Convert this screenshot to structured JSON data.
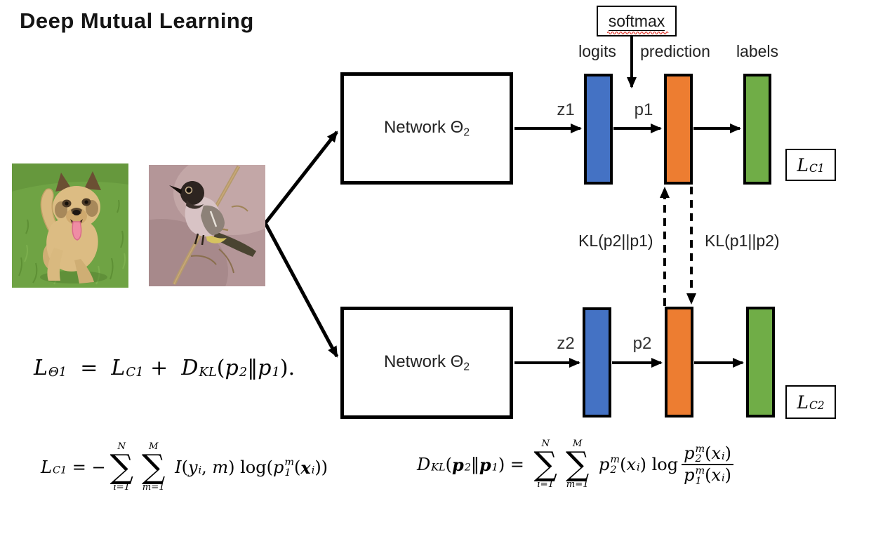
{
  "title": "Deep Mutual Learning",
  "softmax_label": "softmax",
  "column_labels": {
    "logits": "logits",
    "prediction": "prediction",
    "labels": "labels"
  },
  "networks": {
    "top": {
      "name": "Network Θ",
      "sub": "2"
    },
    "bottom": {
      "name": "Network Θ",
      "sub": "2"
    }
  },
  "signals": {
    "z1": "z1",
    "p1": "p1",
    "z2": "z2",
    "p2": "p2"
  },
  "kl_labels": {
    "left": "KL(p2||p1)",
    "right": "KL(p1||p2)"
  },
  "loss_boxes": {
    "top": {
      "base": "L",
      "sub": "C1"
    },
    "bottom": {
      "base": "L",
      "sub": "C2"
    }
  },
  "colors": {
    "logits_bar": "#4472c4",
    "prediction_bar": "#ed7d31",
    "labels_bar": "#70ad47",
    "outline": "#000000",
    "squiggle": "#e03c31"
  },
  "images": {
    "dog": "tan puppy running on grass",
    "bird": "bulbul bird perched on twig"
  },
  "formulas": {
    "main": {
      "tokens": [
        {
          "t": "ss",
          "b": {
            "t": "v",
            "v": "L"
          },
          "sub": "Θ1"
        },
        {
          "t": "r",
          "v": "  =  "
        },
        {
          "t": "ss",
          "b": {
            "t": "v",
            "v": "L"
          },
          "sub": "C1"
        },
        {
          "t": "r",
          "v": " +  "
        },
        {
          "t": "ss",
          "b": {
            "t": "v",
            "v": "D"
          },
          "sub": "KL"
        },
        {
          "t": "r",
          "v": "("
        },
        {
          "t": "ss",
          "b": {
            "t": "v",
            "v": "p"
          },
          "sub": "2"
        },
        {
          "t": "r",
          "v": "‖"
        },
        {
          "t": "ss",
          "b": {
            "t": "v",
            "v": "p"
          },
          "sub": "1"
        },
        {
          "t": "r",
          "v": ")."
        }
      ]
    },
    "lc1": {
      "tokens": [
        {
          "t": "ss",
          "b": {
            "t": "v",
            "v": "L"
          },
          "sub": "C1"
        },
        {
          "t": "r",
          "v": " = −"
        },
        {
          "t": "sum",
          "above": "N",
          "below": "i=1"
        },
        {
          "t": "sum",
          "above": "M",
          "below": "m=1"
        },
        {
          "t": "r",
          "v": " "
        },
        {
          "t": "v",
          "v": "I"
        },
        {
          "t": "r",
          "v": "("
        },
        {
          "t": "ss",
          "b": {
            "t": "v",
            "v": "y"
          },
          "sub": "i"
        },
        {
          "t": "r",
          "v": ", "
        },
        {
          "t": "v",
          "v": "m"
        },
        {
          "t": "r",
          "v": ") log("
        },
        {
          "t": "ss",
          "b": {
            "t": "v",
            "v": "p"
          },
          "sup": "m",
          "sub": "1"
        },
        {
          "t": "r",
          "v": "("
        },
        {
          "t": "ss",
          "b": {
            "t": "b",
            "v": "x"
          },
          "sub": "i"
        },
        {
          "t": "r",
          "v": "))"
        }
      ]
    },
    "dkl": {
      "tokens": [
        {
          "t": "ss",
          "b": {
            "t": "v",
            "v": "D"
          },
          "sub": "KL"
        },
        {
          "t": "r",
          "v": "("
        },
        {
          "t": "ss",
          "b": {
            "t": "b",
            "v": "p"
          },
          "sub": "2"
        },
        {
          "t": "r",
          "v": "‖"
        },
        {
          "t": "ss",
          "b": {
            "t": "b",
            "v": "p"
          },
          "sub": "1"
        },
        {
          "t": "r",
          "v": ") = "
        },
        {
          "t": "sum",
          "above": "N",
          "below": "i=1"
        },
        {
          "t": "sum",
          "above": "M",
          "below": "m=1"
        },
        {
          "t": "r",
          "v": " "
        },
        {
          "t": "ss",
          "b": {
            "t": "v",
            "v": "p"
          },
          "sup": "m",
          "sub": "2"
        },
        {
          "t": "r",
          "v": "("
        },
        {
          "t": "ss",
          "b": {
            "t": "v",
            "v": "x"
          },
          "sub": "i"
        },
        {
          "t": "r",
          "v": ") log"
        },
        {
          "t": "frac",
          "num": [
            {
              "t": "ss",
              "b": {
                "t": "v",
                "v": "p"
              },
              "sup": "m",
              "sub": "2"
            },
            {
              "t": "r",
              "v": "("
            },
            {
              "t": "ss",
              "b": {
                "t": "v",
                "v": "x"
              },
              "sub": "i"
            },
            {
              "t": "r",
              "v": ")"
            }
          ],
          "den": [
            {
              "t": "ss",
              "b": {
                "t": "v",
                "v": "p"
              },
              "sup": "m",
              "sub": "1"
            },
            {
              "t": "r",
              "v": "("
            },
            {
              "t": "ss",
              "b": {
                "t": "v",
                "v": "x"
              },
              "sub": "i"
            },
            {
              "t": "r",
              "v": ")"
            }
          ]
        }
      ]
    }
  }
}
